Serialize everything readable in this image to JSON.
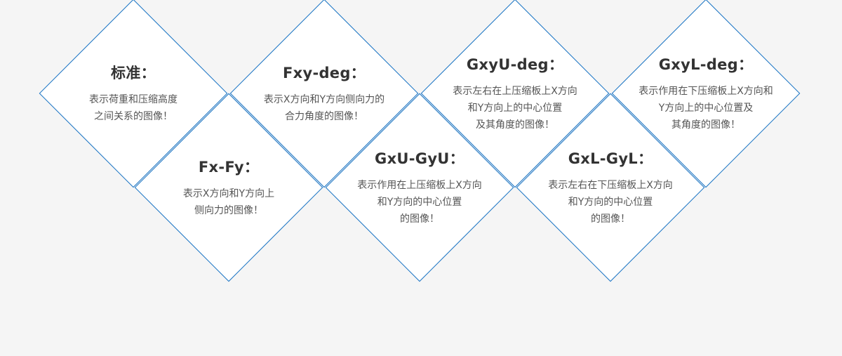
{
  "colors": {
    "border": "#1b75c4",
    "background": "#f5f5f5",
    "tile": "#ffffff",
    "title": "#333333",
    "text": "#555555"
  },
  "tiles": [
    {
      "title": "标准：",
      "lines": [
        "表示荷重和压缩高度",
        "之间关系的图像！"
      ]
    },
    {
      "title": "Fxy-deg：",
      "lines": [
        "表示X方向和Y方向侧向力的",
        "合力角度的图像！"
      ]
    },
    {
      "title": "GxyU-deg：",
      "lines": [
        "表示左右在上压缩板上X方向",
        "和Y方向上的中心位置",
        "及其角度的图像！"
      ]
    },
    {
      "title": "GxyL-deg：",
      "lines": [
        "表示作用在下压缩板上X方向和",
        "Y方向上的中心位置及",
        "其角度的图像！"
      ]
    },
    {
      "title": "Fx-Fy：",
      "lines": [
        "表示X方向和Y方向上",
        "侧向力的图像！"
      ]
    },
    {
      "title": "GxU-GyU：",
      "lines": [
        "表示作用在上压缩板上X方向",
        "和Y方向的中心位置",
        "的图像！"
      ]
    },
    {
      "title": "GxL-GyL：",
      "lines": [
        "表示左右在下压缩板上X方向",
        "和Y方向的中心位置",
        "的图像！"
      ]
    }
  ]
}
